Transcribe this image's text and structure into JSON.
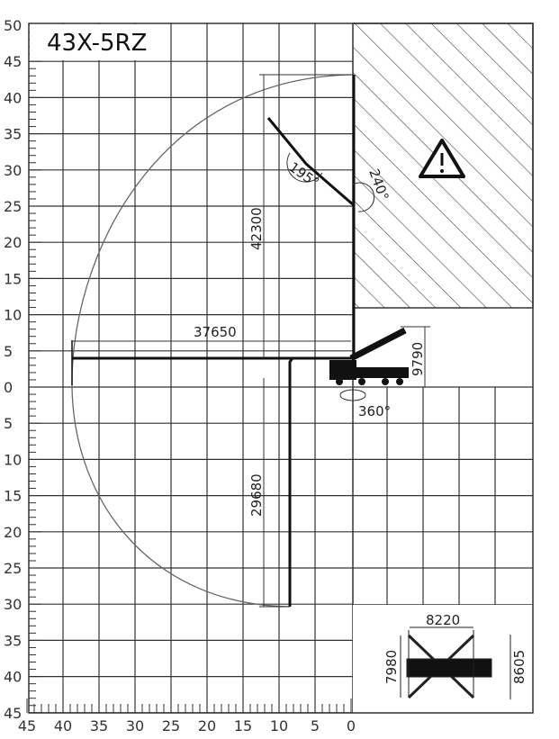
{
  "title": "43X-5RZ",
  "y_axis_labels": [
    "50",
    "45",
    "40",
    "35",
    "30",
    "25",
    "20",
    "15",
    "10",
    "5",
    "0",
    "5",
    "10",
    "15",
    "20",
    "25",
    "30",
    "35",
    "40",
    "45"
  ],
  "x_axis_labels": [
    "45",
    "40",
    "35",
    "30",
    "25",
    "20",
    "15",
    "10",
    "5",
    "0"
  ],
  "dimensions": {
    "max_height": "42300",
    "max_reach": "37650",
    "max_depth": "29680",
    "unfold_height": "9790",
    "slew": "360°",
    "arm_angle_1": "195°",
    "arm_angle_2": "240°",
    "outrigger_span_front": "8220",
    "outrigger_span_side_left": "7980",
    "outrigger_span_side_right": "8605"
  },
  "icons": {
    "warning": "warning-triangle-icon"
  },
  "colors": {
    "line": "#222222",
    "grid": "#333333",
    "arc": "#666666"
  }
}
